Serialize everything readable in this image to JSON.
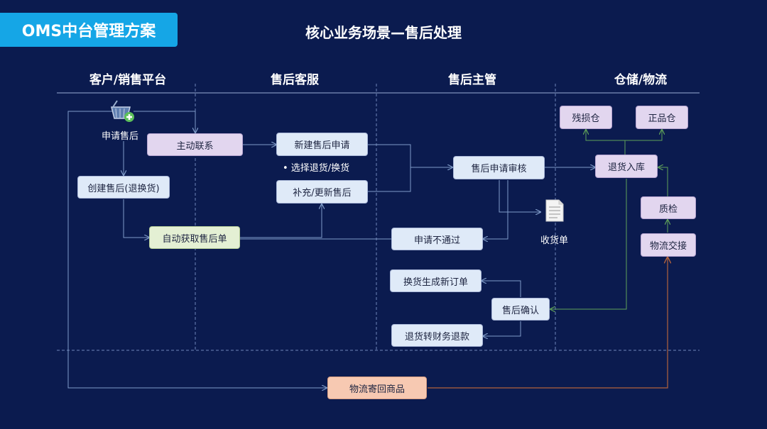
{
  "header": {
    "badge": "OMS中台管理方案",
    "title": "核心业务场景—售后处理"
  },
  "lanes": [
    "客户/销售平台",
    "售后客服",
    "售后主管",
    "仓储/物流"
  ],
  "nodes": {
    "apply": "申请售后",
    "contact": "主动联系",
    "create": "创建售后(退换货)",
    "auto_fetch": "自动获取售后单",
    "new_request": "新建售后申请",
    "select_note": "•  选择退货/换货",
    "update": "补充/更新售后",
    "review": "售后申请审核",
    "rejected": "申请不通过",
    "receipt": "收货单",
    "exchange_order": "换货生成新订单",
    "confirm": "售后确认",
    "refund": "退货转财务退款",
    "damaged": "残损仓",
    "good": "正品仓",
    "return_in": "退货入库",
    "qc": "质检",
    "handover": "物流交接",
    "ship_back": "物流寄回商品"
  },
  "colors": {
    "background": "#0b1b4f",
    "badge": "#15a6e6",
    "arrow_blue": "#7f9bc8",
    "arrow_green": "#5fa05a",
    "arrow_brown": "#b2623c"
  }
}
